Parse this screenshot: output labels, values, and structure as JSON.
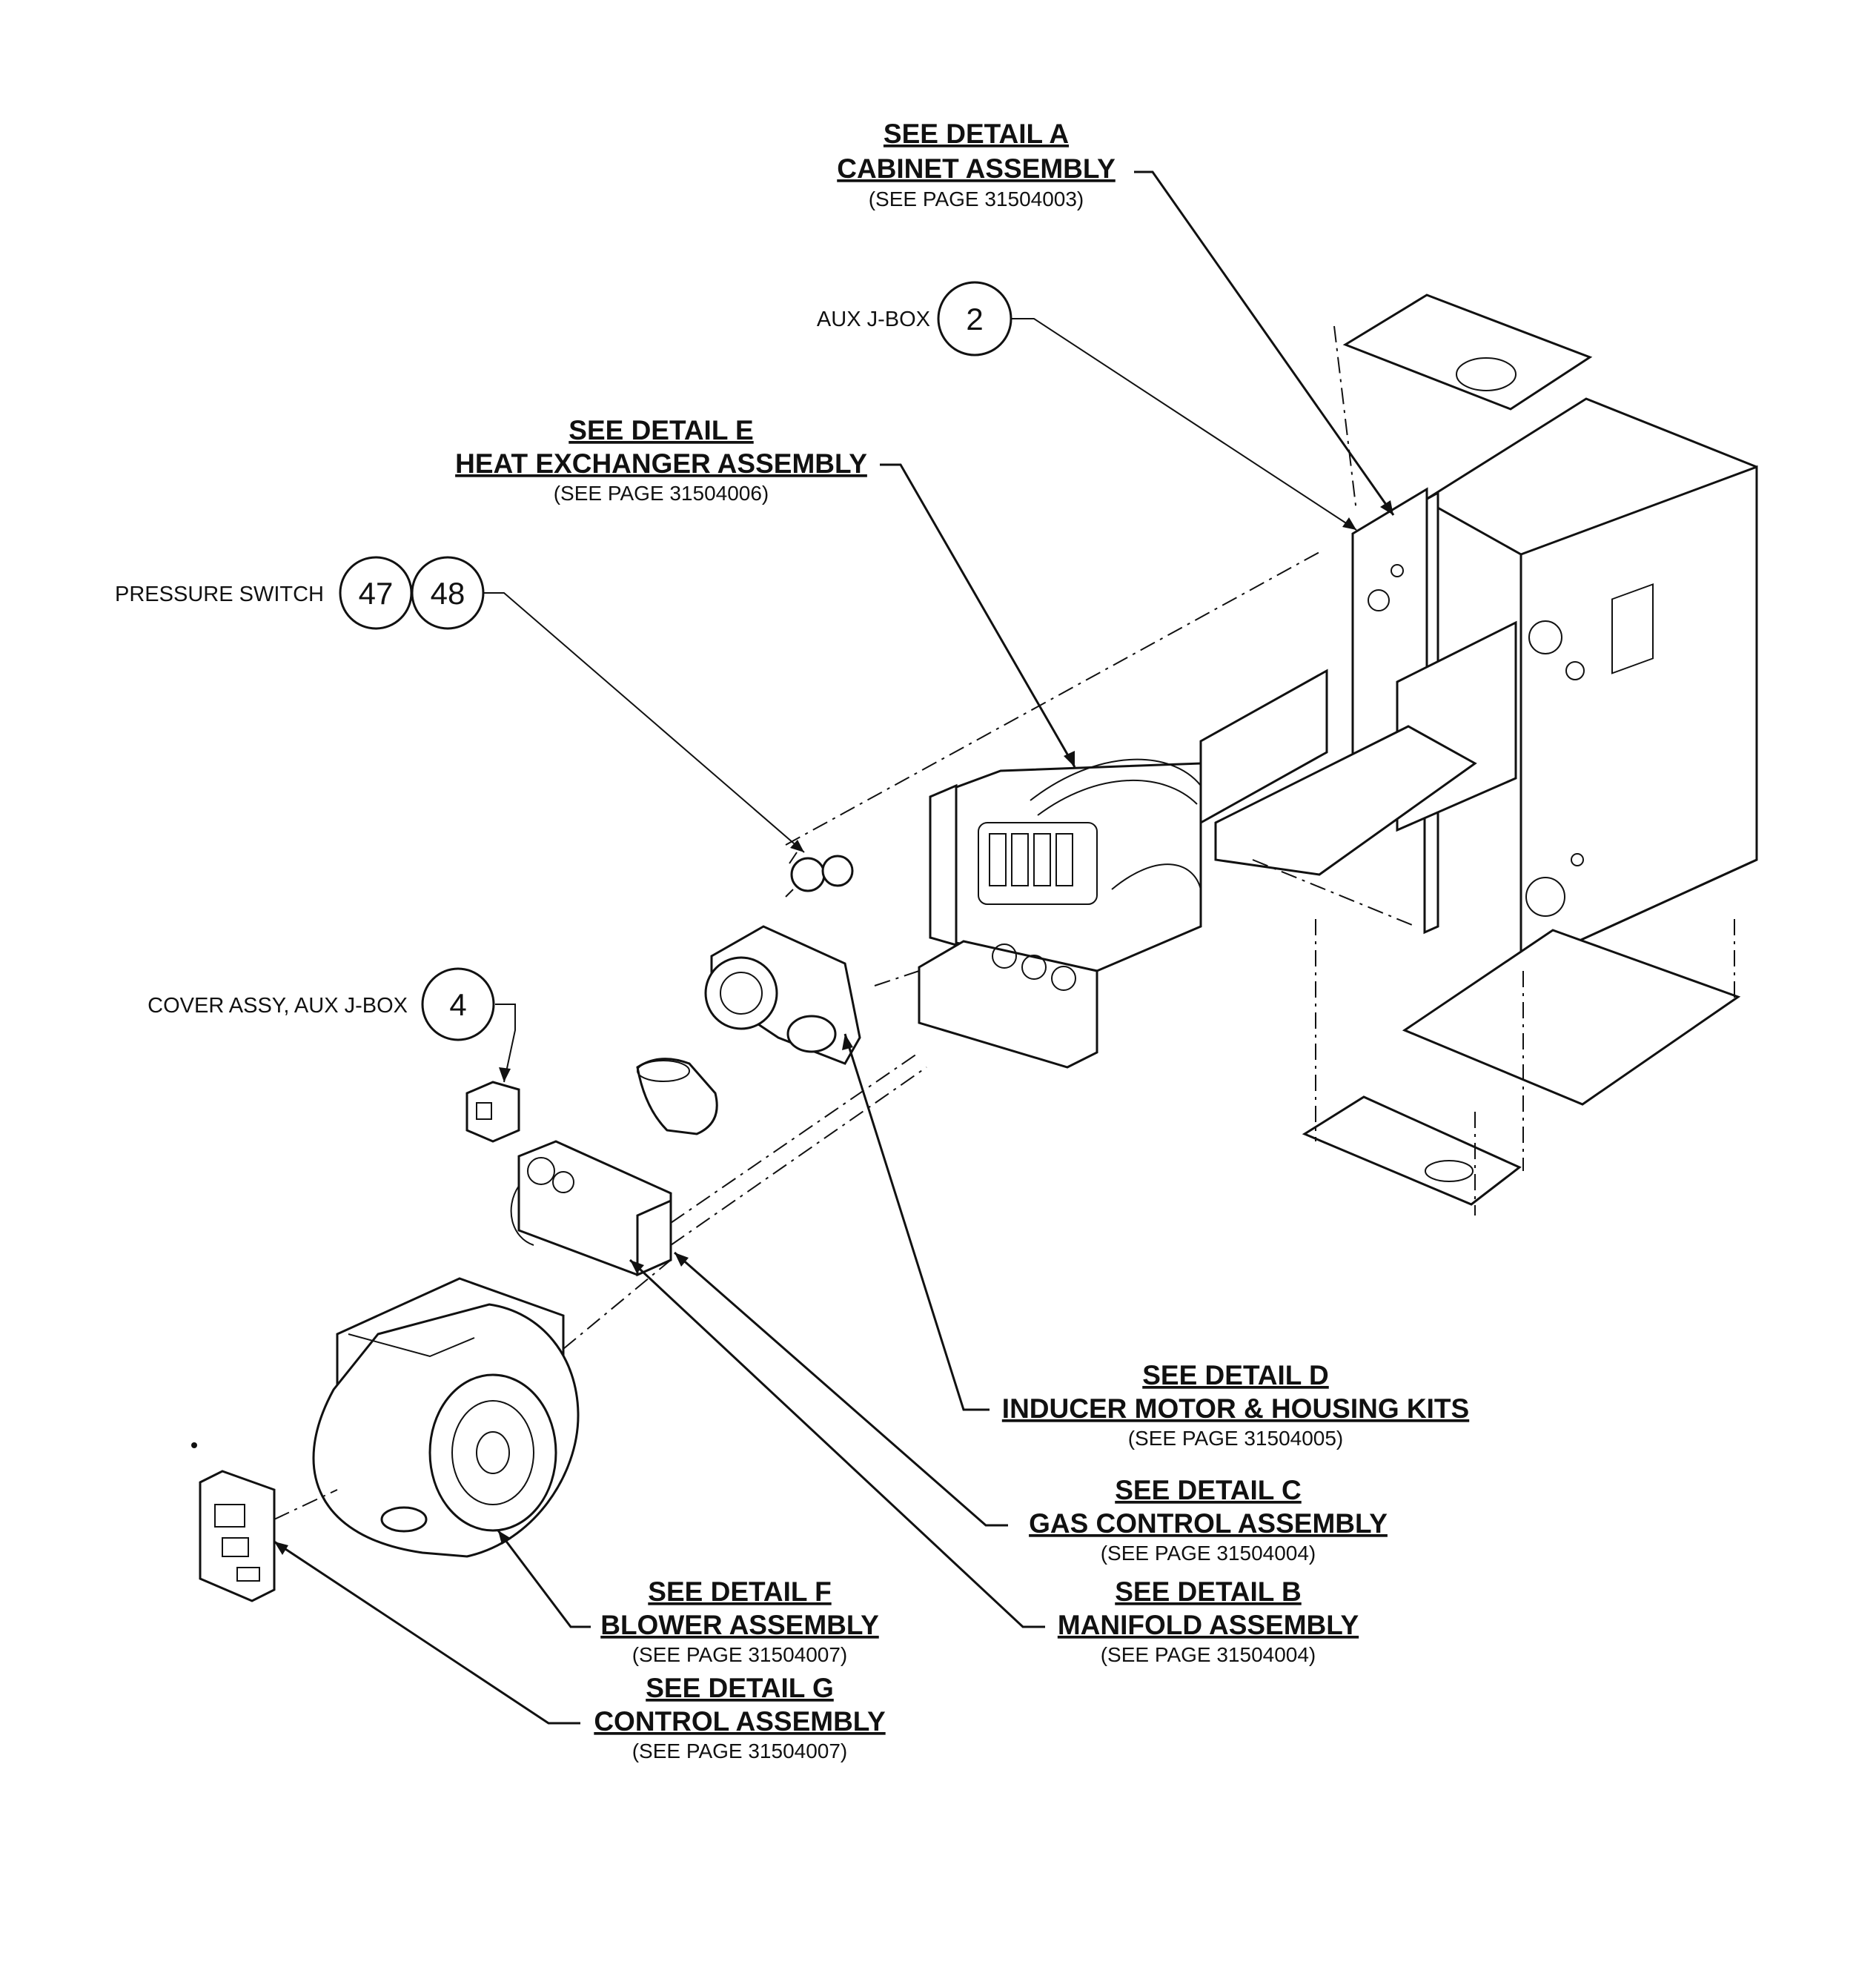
{
  "callouts": {
    "detail_a": {
      "title": "SEE DETAIL A",
      "name": "CABINET ASSEMBLY",
      "page": "(SEE PAGE 31504003)"
    },
    "detail_e": {
      "title": "SEE DETAIL E",
      "name": "HEAT EXCHANGER ASSEMBLY",
      "page": "(SEE PAGE 31504006)"
    },
    "detail_d": {
      "title": "SEE DETAIL D",
      "name": "INDUCER MOTOR & HOUSING KITS",
      "page": "(SEE PAGE 31504005)"
    },
    "detail_c": {
      "title": "SEE DETAIL C",
      "name": "GAS CONTROL ASSEMBLY",
      "page": "(SEE PAGE 31504004)"
    },
    "detail_b": {
      "title": "SEE DETAIL B",
      "name": "MANIFOLD ASSEMBLY",
      "page": "(SEE PAGE 31504004)"
    },
    "detail_f": {
      "title": "SEE DETAIL F",
      "name": "BLOWER ASSEMBLY",
      "page": "(SEE PAGE 31504007)"
    },
    "detail_g": {
      "title": "SEE DETAIL G",
      "name": "CONTROL ASSEMBLY",
      "page": "(SEE PAGE 31504007)"
    }
  },
  "part_labels": {
    "aux_jbox": {
      "label": "AUX J-BOX",
      "number": "2"
    },
    "pressure_switch": {
      "label": "PRESSURE SWITCH",
      "numbers": [
        "47",
        "48"
      ]
    },
    "cover_assy": {
      "label": "COVER ASSY, AUX J-BOX",
      "number": "4"
    }
  }
}
